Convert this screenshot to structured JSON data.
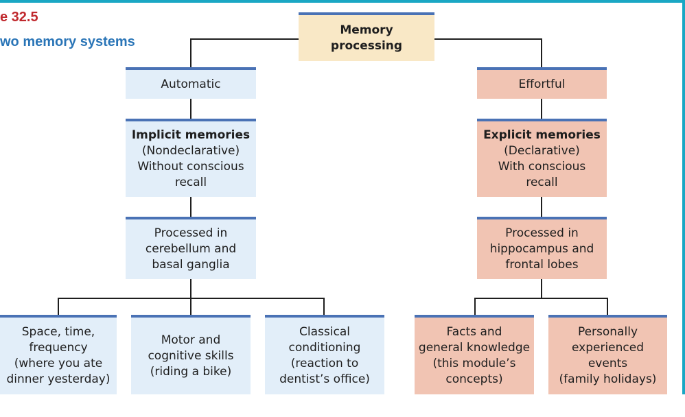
{
  "figure": {
    "title": "e 32.5",
    "subtitle": "wo memory systems"
  },
  "nodes": {
    "root": {
      "label": "Memory\nprocessing"
    },
    "automatic": {
      "label": "Automatic"
    },
    "effortful": {
      "label": "Effortful"
    },
    "implicit": {
      "title": "Implicit memories",
      "body": "(Nondeclarative)\nWithout conscious\nrecall"
    },
    "explicit": {
      "title": "Explicit memories",
      "body": "(Declarative)\nWith conscious\nrecall"
    },
    "implicit_proc": {
      "label": "Processed in\ncerebellum and\nbasal ganglia"
    },
    "explicit_proc": {
      "label": "Processed in\nhippocampus and\nfrontal lobes"
    },
    "space_time": {
      "label": "Space, time,\nfrequency\n(where you ate\ndinner yesterday)"
    },
    "motor": {
      "label": "Motor and\ncognitive skills\n(riding a bike)"
    },
    "classical": {
      "label": "Classical\nconditioning\n(reaction to\ndentist’s office)"
    },
    "facts": {
      "label": "Facts and\ngeneral knowledge\n(this module’s\nconcepts)"
    },
    "personal": {
      "label": "Personally\nexperienced\nevents\n(family holidays)"
    }
  },
  "colors": {
    "frame": "#1aa7c4",
    "title": "#c0282d",
    "subtitle": "#2a75b7",
    "box_top_rule": "#4a72b5",
    "automatic_fill": "#e2eef9",
    "effortful_fill": "#f1c4b3",
    "root_fill": "#f9e8c6"
  }
}
